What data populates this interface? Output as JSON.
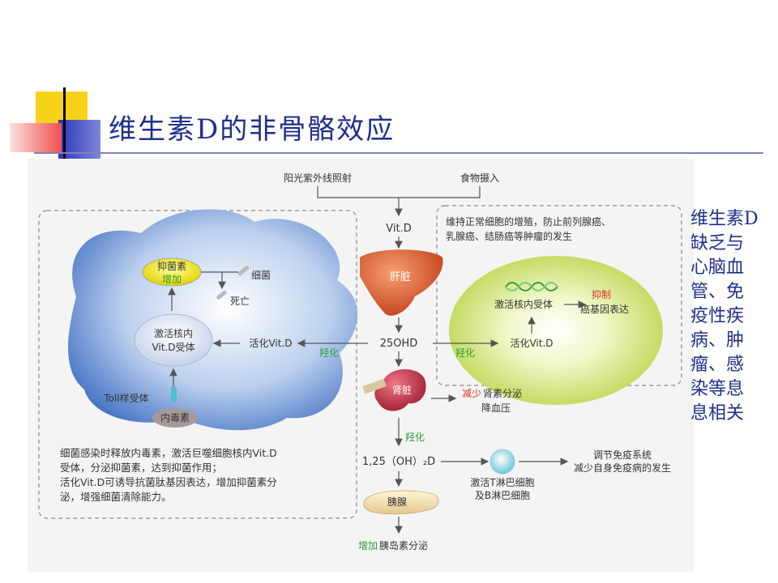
{
  "slide": {
    "title": "维生素D的非骨骼效应",
    "side_note": "维生素D缺乏与心脑血管、免疫性疾病、肿瘤、感染等息息相关"
  },
  "figure": {
    "sunlight": "阳光紫外线照射",
    "food": "食物摄入",
    "vitd": "Vit.D",
    "liver": "肝脏",
    "ohd25": "25OHD",
    "kidney": "肾脏",
    "hydroxylation_left": "羟化",
    "hydroxylation_right": "羟化",
    "hydroxylation_down": "羟化",
    "active_vitd_left": "活化Vit.D",
    "active_vitd_right": "活化Vit.D",
    "antimicrobial_1": "抑菌素",
    "antimicrobial_2": "增加",
    "bacteria": "细菌",
    "death": "死亡",
    "activate_nuclear_1": "激活核内",
    "activate_nuclear_2": "Vit.D受体",
    "toll": "Toll样受体",
    "endotoxin": "内毒素",
    "left_desc_1": "细菌感染时释放内毒素，激活巨噬细胞核内Vit.D",
    "left_desc_2": "受体，分泌抑菌素，达到抑菌作用；",
    "left_desc_3": "活化Vit.D可诱导抗菌肽基因表达，增加抑菌素分",
    "left_desc_4": "泌，增强细菌清除能力。",
    "right_desc_1": "维持正常细胞的增殖，防止前列腺癌、",
    "right_desc_2": "乳腺癌、结肠癌等肿瘤的发生",
    "activate_nuclear_receptor": "激活核内受体",
    "inhibit": "抑制",
    "oncogene": "癌基因表达",
    "renin_red": "减少",
    "renin_rest": "肾素分泌",
    "lower_bp": "降血压",
    "calcitriol": "1,25（OH）₂D",
    "t_cells": "激活T淋巴细胞",
    "b_cells": "及B淋巴细胞",
    "immune_1": "调节免疫系统",
    "immune_2": "减少自身免疫病的发生",
    "pancreas": "胰腺",
    "insulin_green": "增加",
    "insulin_rest": "胰岛素分泌"
  },
  "colors": {
    "title": "#1f2f8c",
    "green_text": "#2f9a3a",
    "red_text": "#e0302a",
    "liver": "#d9582a",
    "kidney": "#b8283a"
  }
}
